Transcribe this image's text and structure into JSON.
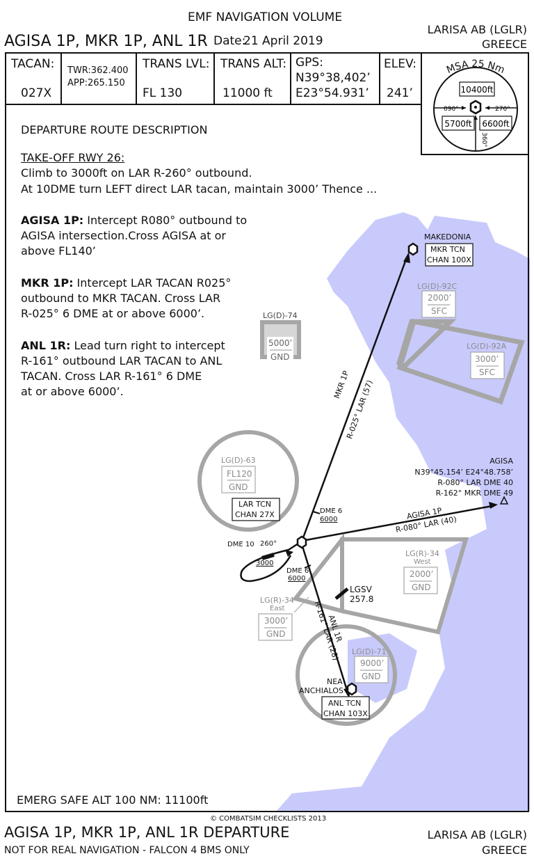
{
  "header": {
    "volume": "EMF NAVIGATION VOLUME",
    "procedures": "AGISA 1P, MKR 1P, ANL 1R",
    "date_label": "Date:",
    "date_value": "21 April 2019",
    "airport": "LARISA AB (LGLR)",
    "country": "GREECE"
  },
  "info_row": {
    "tacan_label": "TACAN:",
    "tacan_value": "027X",
    "twr": "TWR:362.400",
    "app": "APP:265.150",
    "trans_lvl_label": "TRANS LVL:",
    "trans_lvl_value": "FL 130",
    "trans_alt_label": "TRANS ALT:",
    "trans_alt_value": "11000 ft",
    "gps_label": "GPS:",
    "gps_lat": "N39°38,402’",
    "gps_lon": "E23°54.931’",
    "elev_label": "ELEV:",
    "elev_value": "241’"
  },
  "msa": {
    "title": "MSA 25 Nm",
    "north_alt": "10400ft",
    "sw_alt": "5700ft",
    "se_alt": "6600ft",
    "brg_090": "090°",
    "brg_270": "270°",
    "brg_360": "360°"
  },
  "description": {
    "heading": "DEPARTURE ROUTE DESCRIPTION",
    "takeoff_title": "TAKE-OFF RWY 26:",
    "takeoff_line1": "Climb to 3000ft on LAR R-260° outbound.",
    "takeoff_line2": "At 10DME turn LEFT direct LAR tacan, maintain 3000’ Thence ...",
    "agisa_name": "AGISA 1P:",
    "agisa_l1": " Intercept R080° outbound to",
    "agisa_l2": "AGISA intersection.Cross AGISA at or",
    "agisa_l3": "above FL140’",
    "mkr_name": "MKR 1P:",
    "mkr_l1": " Intercept LAR TACAN R025°",
    "mkr_l2": "outbound to MKR TACAN. Cross LAR",
    "mkr_l3": "R-025° 6 DME at or above 6000’.",
    "anl_name": "ANL 1R:",
    "anl_l1": " Lead turn right to intercept",
    "anl_l2": "R-161° outbound LAR TACAN to ANL",
    "anl_l3": "TACAN. Cross LAR R-161° 6 DME",
    "anl_l4": "at or above 6000’."
  },
  "chart": {
    "makedonia": "MAKEDONIA",
    "mkr_tcn": "MKR TCN",
    "mkr_chan": "CHAN 100X",
    "lgd92c": "LG(D)-92C",
    "lgd92c_top": "2000’",
    "lgd92c_bot": "SFC",
    "lgd92a": "LG(D)-92A",
    "lgd92a_top": "3000’",
    "lgd92a_bot": "SFC",
    "lgd74": "LG(D)-74",
    "lgd74_top": "5000’",
    "lgd74_bot": "GND",
    "mkr_route": "MKR 1P",
    "mkr_radial": "R-025° LAR (57)",
    "lgd63": "LG(D)-63",
    "lgd63_top": "FL120",
    "lgd63_bot": "GND",
    "lar_tcn": "LAR TCN",
    "lar_chan": "CHAN 27X",
    "dme6_mkr": "DME 6",
    "alt6000_mkr": "6000",
    "agisa_name": "AGISA",
    "agisa_coord": "N39°45.154’ E24°48.758’",
    "agisa_r1": "R-080° LAR DME 40",
    "agisa_r2": "R-162° MKR DME 49",
    "agisa_route": "AGISA 1P",
    "agisa_radial": "R-080° LAR (40)",
    "dme10": "DME 10",
    "r260": "260°",
    "alt3000": "3000",
    "dme6_anl": "DME 6",
    "alt6000_anl": "6000",
    "lgr34w": "LG(R)-34",
    "lgr34w_sub": "West",
    "lgr34w_top": "2000’",
    "lgr34w_bot": "GND",
    "lgsv": "LGSV",
    "lgsv_freq": "257.8",
    "lgr34e": "LG(R)-34",
    "lgr34e_sub": "East",
    "lgr34e_top": "3000’",
    "lgr34e_bot": "GND",
    "anl_route": "ANL 1R",
    "anl_radial": "R-161° LAR (28)",
    "lgd71": "LG(D)-71",
    "lgd71_top": "9000’",
    "lgd71_bot": "GND",
    "nea": "NEA",
    "anchialos": "ANCHIALOS",
    "anl_tcn": "ANL TCN",
    "anl_chan": "CHAN 103X"
  },
  "footer": {
    "emerg": "EMERG SAFE ALT 100 NM: 11100ft",
    "copyright": "© COMBATSIM CHECKLISTS 2013",
    "title": "AGISA 1P, MKR 1P, ANL 1R DEPARTURE",
    "subtitle": "NOT FOR REAL NAVIGATION - FALCON 4 BMS ONLY",
    "airport": "LARISA AB (LGLR)",
    "country": "GREECE"
  },
  "colors": {
    "sea": "#c8cafc",
    "zone_gray": "#a6a6a6",
    "ink": "#111111"
  }
}
